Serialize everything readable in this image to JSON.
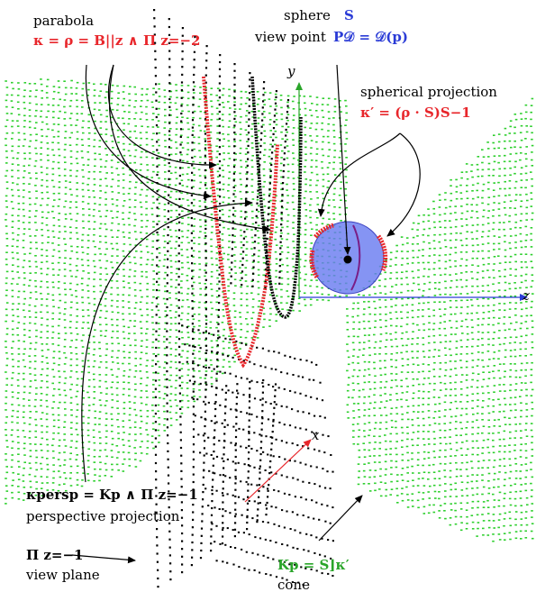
{
  "labels": {
    "parabola_title": "parabola",
    "parabola_formula": "κ = ρ = B||z ∧ Π z=−2",
    "sphere_title": "sphere",
    "sphere_symbol": "S",
    "viewpoint_title": "view point",
    "viewpoint_formula": "P𝒟 = 𝒟(p)",
    "spherical_title": "spherical projection",
    "spherical_formula": "κ′ = (ρ · S)S−1",
    "persp_formula": "κpersp = Kp ∧ Π z=−1",
    "persp_title": "perspective projection",
    "viewplane_symbol": "Π z=−1",
    "viewplane_title": "view plane",
    "cone_formula": "Kp = S⌋κ′",
    "cone_title": "cone",
    "axis_x": "x",
    "axis_y": "y",
    "axis_z": "z"
  },
  "colors": {
    "green": "#2ecf2e",
    "red": "#e8262b",
    "blue": "#2a3bd6",
    "black": "#000000",
    "sphere_fill": "#6a7df0"
  }
}
